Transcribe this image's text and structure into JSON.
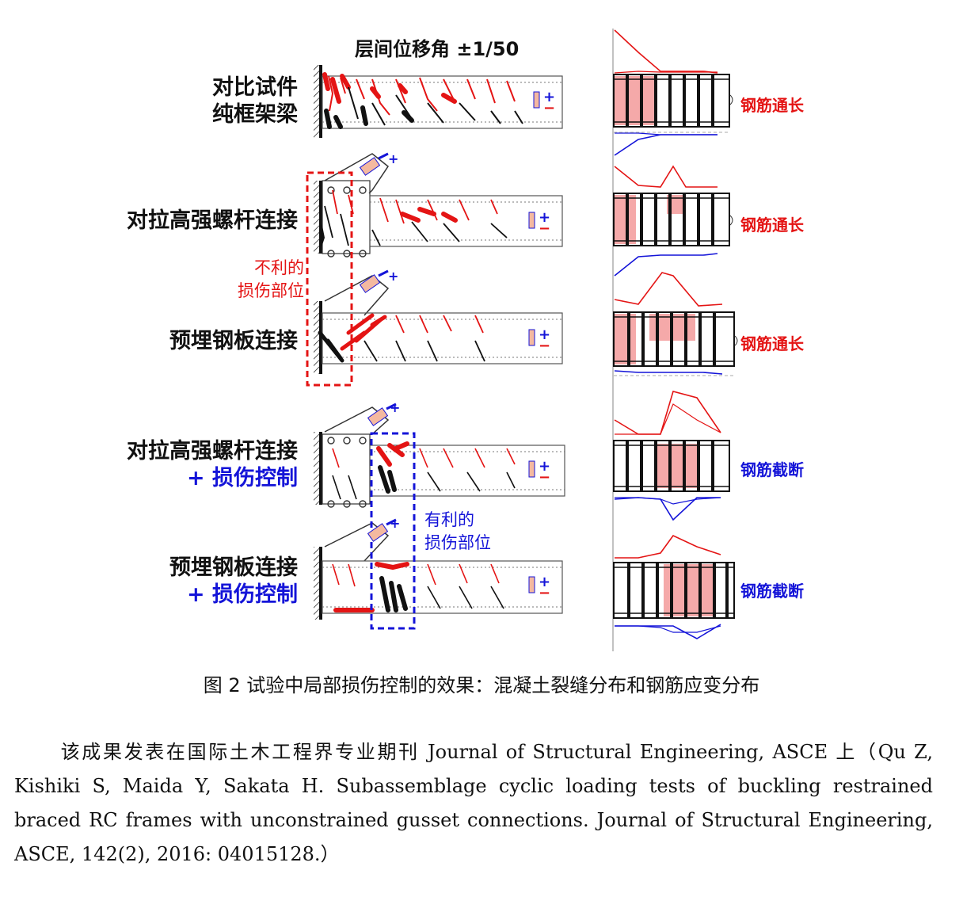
{
  "figure": {
    "drift_title": "层间位移角 ±1/50",
    "specimens": [
      {
        "line1": "对比试件",
        "line2": "纯框架梁",
        "rebar": "钢筋通长"
      },
      {
        "line1": "对拉高强螺杆连接",
        "line2": "",
        "rebar": "钢筋通长"
      },
      {
        "line1": "预埋钢板连接",
        "line2": "",
        "rebar": "钢筋通长"
      },
      {
        "line1": "对拉高强螺杆连接",
        "line2": "+ 损伤控制",
        "rebar": "钢筋截断"
      },
      {
        "line1": "预埋钢板连接",
        "line2": "+ 损伤控制",
        "rebar": "钢筋截断"
      }
    ],
    "unfavorable_label": [
      "不利的",
      "损伤部位"
    ],
    "favorable_label": [
      "有利的",
      "损伤部位"
    ],
    "load_sign_plus": "+",
    "load_sign_minus": "−",
    "colors": {
      "red": "#e41414",
      "blue": "#1414d8",
      "black": "#111111"
    }
  },
  "caption": "图 2  试验中局部损伤控制的效果：混凝土裂缝分布和钢筋应变分布",
  "paragraph": "该成果发表在国际土木工程界专业期刊 Journal of Structural Engineering, ASCE 上（Qu Z, Kishiki S, Maida Y, Sakata H. Subassemblage cyclic loading tests of buckling restrained braced RC frames with unconstrained gusset connections. Journal of Structural Engineering, ASCE, 142(2), 2016: 04015128.）"
}
